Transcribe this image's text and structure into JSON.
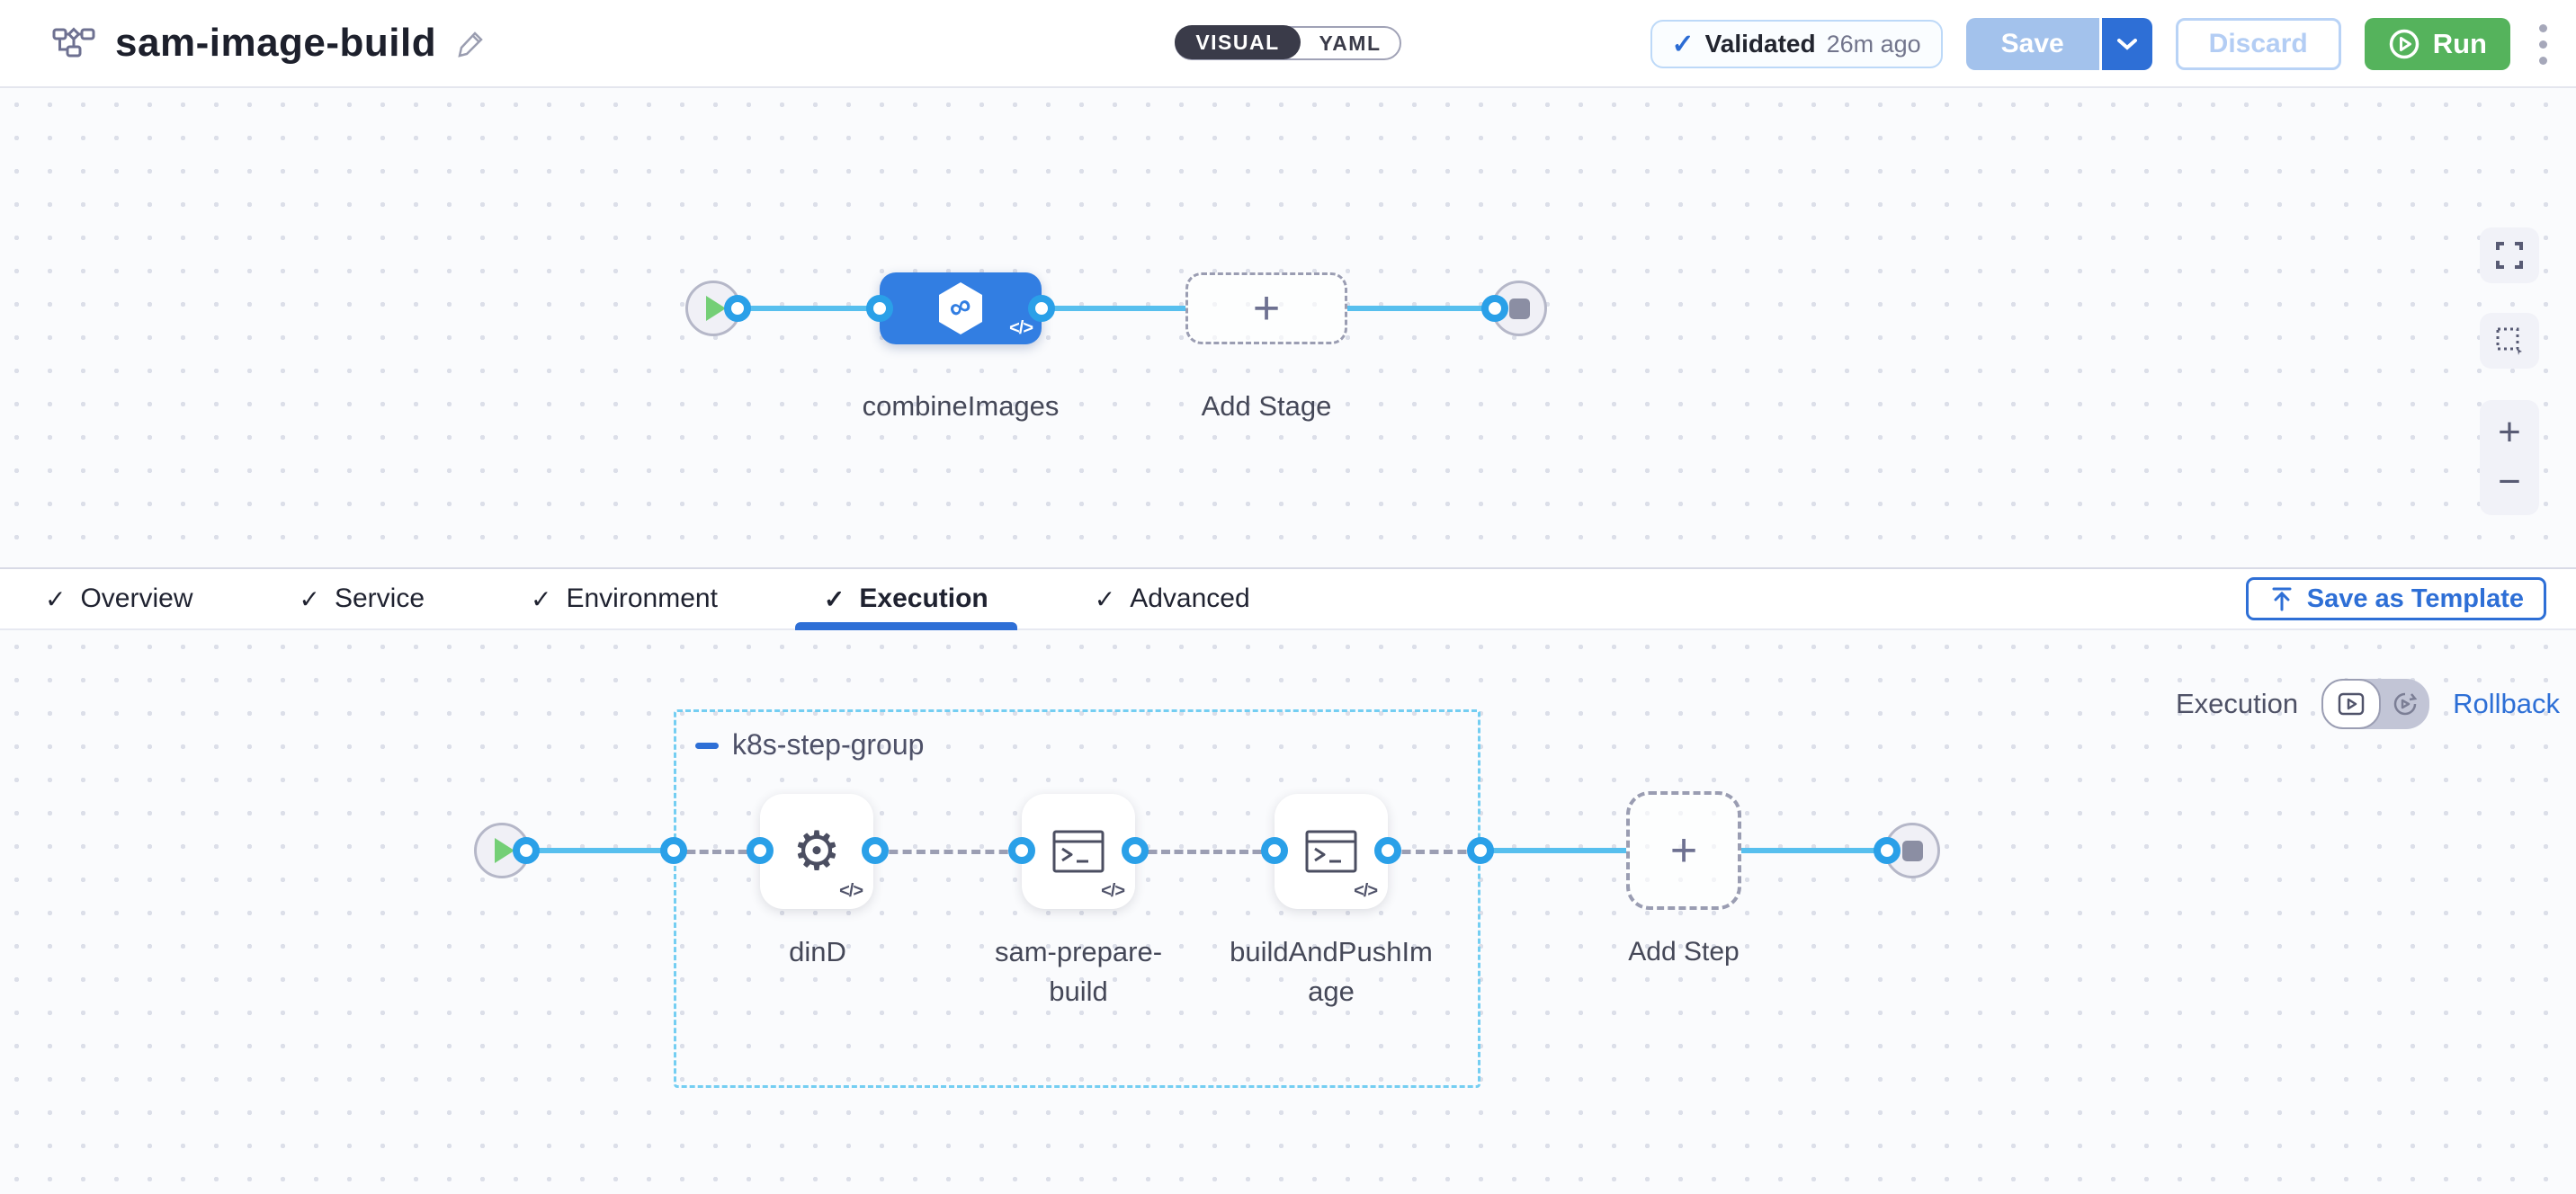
{
  "header": {
    "title": "sam-image-build",
    "mode_toggle": {
      "visual": "VISUAL",
      "yaml": "YAML",
      "selected": "VISUAL"
    },
    "validated_badge": {
      "label": "Validated",
      "time": "26m ago"
    },
    "save_label": "Save",
    "discard_label": "Discard",
    "run_label": "Run"
  },
  "stage_canvas": {
    "stage_label": "combineImages",
    "add_stage_label": "Add Stage",
    "code_badge": "</>"
  },
  "tabs": {
    "items": [
      {
        "label": "Overview"
      },
      {
        "label": "Service"
      },
      {
        "label": "Environment"
      },
      {
        "label": "Execution"
      },
      {
        "label": "Advanced"
      }
    ],
    "active": "Execution",
    "save_as_template_label": "Save as Template"
  },
  "execution_canvas": {
    "mode_label": "Execution",
    "rollback_label": "Rollback",
    "group_label": "k8s-step-group",
    "steps": [
      {
        "label": "dinD"
      },
      {
        "label": "sam-prepare-build"
      },
      {
        "label": "buildAndPushImage"
      }
    ],
    "add_step_label": "Add Step",
    "code_badge": "</>"
  },
  "canvas_controls": {
    "zoom_in": "+",
    "zoom_out": "−"
  },
  "icons": {
    "check_glyph": "✓",
    "gear_glyph": "⚙",
    "infinity_glyph": "∞",
    "plus_glyph": "+"
  },
  "colors": {
    "accent_blue": "#2e6fd6",
    "stage_blue": "#327ee2",
    "line_blue": "#57bfee",
    "port_blue": "#2aa0e8",
    "run_green": "#55b35c",
    "group_border_blue": "#74cef2",
    "toggle_dark": "#3a3b49"
  }
}
